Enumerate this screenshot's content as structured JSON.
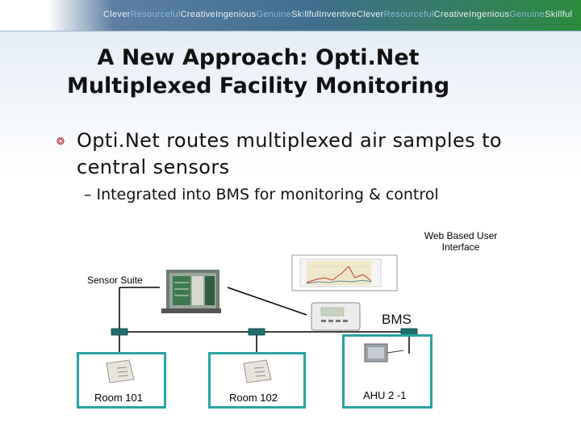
{
  "banner": {
    "text_parts": [
      {
        "t": "Clever",
        "hl": false
      },
      {
        "t": "Resourceful",
        "hl": true
      },
      {
        "t": "Creative",
        "hl": false
      },
      {
        "t": "Ingenious",
        "hl": false
      },
      {
        "t": "Genuine",
        "hl": true
      },
      {
        "t": "Sk",
        "hl": false
      },
      {
        "t": "i",
        "hl": true
      },
      {
        "t": "llful",
        "hl": false
      },
      {
        "t": "Inventive",
        "hl": false
      },
      {
        "t": "Clever",
        "hl": false
      },
      {
        "t": "Resourceful",
        "hl": true
      },
      {
        "t": "Creat",
        "hl": false
      },
      {
        "t": "ive",
        "hl": false
      },
      {
        "t": "Ingenious",
        "hl": false
      },
      {
        "t": "Genuine",
        "hl": true
      },
      {
        "t": "Skillful",
        "hl": false
      }
    ]
  },
  "slide": {
    "title_line1": "A New Approach: Opti.Net",
    "title_line2": "Multiplexed Facility Monitoring",
    "bullet": "Opti.Net routes multiplexed air samples to central sensors",
    "sub_bullet": "– Integrated into BMS for monitoring & control"
  },
  "diagram": {
    "web_ui_label_line1": "Web Based User",
    "web_ui_label_line2": "Interface",
    "sensor_suite_label": "Sensor Suite",
    "bms_label": "BMS",
    "room1_label": "Room 101",
    "room2_label": "Room 102",
    "ahu_label": "AHU 2 -1"
  },
  "colors": {
    "bullet": "#b01818",
    "room_box_border": "#2aa3a3",
    "connector": "#1f6f6f"
  },
  "icons": [
    "bullet-icon",
    "sensor-suite-rack-icon",
    "web-chart-icon",
    "bms-thermostat-icon",
    "room-sensor-icon",
    "ahu-unit-icon",
    "network-connector-icon"
  ]
}
